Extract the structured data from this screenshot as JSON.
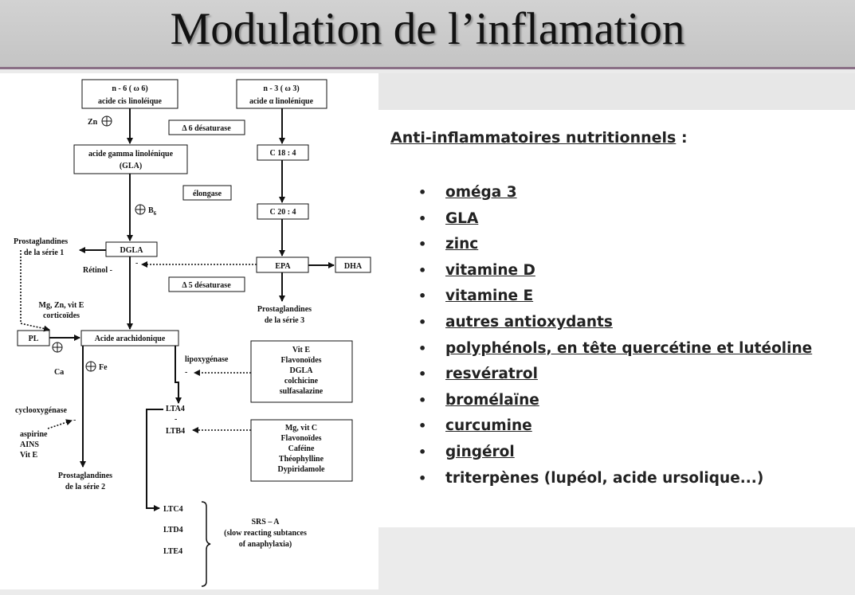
{
  "title": "Modulation de l’inflamation",
  "diagram": {
    "n6_line1": "n - 6 ( ω 6)",
    "n6_line2": "acide cis linoléique",
    "n3_line1": "n - 3 ( ω 3)",
    "n3_line2": "acide α linolénique",
    "zn": "Zn",
    "d6": "Δ 6 désaturase",
    "gla_line1": "acide gamma linolénique",
    "gla_line2": "(GLA)",
    "c18": "C 18 : 4",
    "elongase": "élongase",
    "b6": "B",
    "b6_sub": "6",
    "c20": "C 20 : 4",
    "pg1_line1": "Prostaglandines",
    "pg1_line2": "de la série 1",
    "dgla": "DGLA",
    "epa": "EPA",
    "dha": "DHA",
    "retinol": "Rétinol -",
    "minus": "-",
    "d5": "Δ 5 désaturase",
    "pg3_line1": "Prostaglandines",
    "pg3_line2": "de la série 3",
    "mg_line1": "Mg, Zn, vit E",
    "mg_line2": "corticoïdes",
    "pl": "PL",
    "aa": "Acide arachidonique",
    "lipox": "lipoxygénase",
    "box1": [
      "Vit E",
      "Flavonoïdes",
      "DGLA",
      "colchicine",
      "sulfasalazine"
    ],
    "ca": "Ca",
    "fe": "Fe",
    "cyclo": "cyclooxygénase",
    "lta4": "LTA4",
    "ltb4": "LTB4",
    "box2": [
      "Mg, vit C",
      "Flavonoïdes",
      "Caféine",
      "Théophylline",
      "Dypiridamole"
    ],
    "aspirine": [
      "aspirine",
      "AINS",
      "Vit E"
    ],
    "pg2_line1": "Prostaglandines",
    "pg2_line2": "de la série 2",
    "ltc4": "LTC4",
    "ltd4": "LTD4",
    "lte4": "LTE4",
    "srs": [
      "SRS – A",
      "(slow reacting subtances",
      "of anaphylaxia)"
    ]
  },
  "panel": {
    "heading": "Anti-inflammatoires nutritionnels",
    "heading_suffix": " :",
    "bullet_char": "•",
    "items": [
      {
        "text": "oméga 3",
        "underlined": true
      },
      {
        "text": "GLA",
        "underlined": true
      },
      {
        "text": "zinc",
        "underlined": true
      },
      {
        "text": "vitamine D",
        "underlined": true
      },
      {
        "text": "vitamine E",
        "underlined": true
      },
      {
        "text": "autres antioxydants",
        "underlined": true
      },
      {
        "text": "polyphénols, en tête quercétine et lutéoline",
        "underlined": true
      },
      {
        "text": "resvératrol",
        "underlined": true
      },
      {
        "text": "bromélaïne",
        "underlined": true
      },
      {
        "text": "curcumine",
        "underlined": true
      },
      {
        "text": "gingérol",
        "underlined": true
      },
      {
        "text": "triterpènes (lupéol, acide ursolique...)",
        "underlined": false
      }
    ]
  }
}
